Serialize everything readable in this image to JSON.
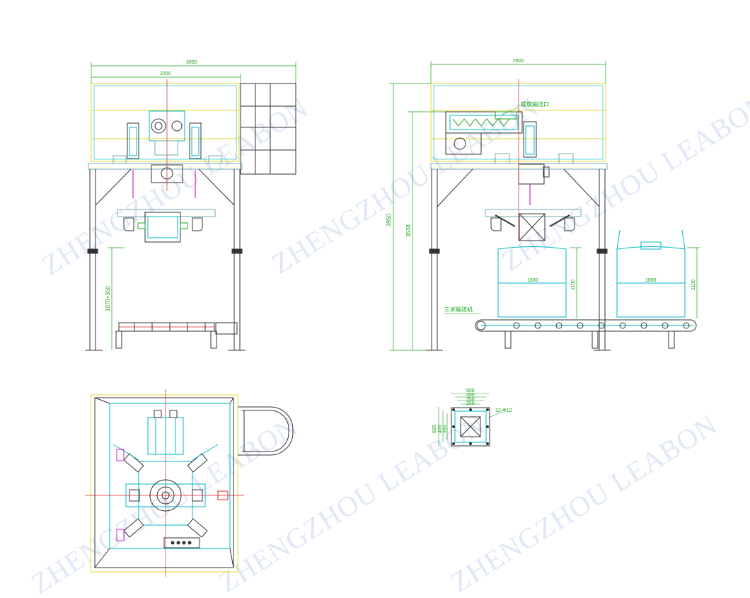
{
  "watermark": "ZHENGZHOU LEABON",
  "colors": {
    "frame": "#6fa9b4",
    "cyan": "#00b8c8",
    "yellow": "#e8d830",
    "dim_green": "#1aa01a",
    "red": "#e02020",
    "magenta": "#d020c0",
    "line": "#333333",
    "watermark": "#c8d4ee"
  },
  "front_view": {
    "dim_overall_width": "3050",
    "dim_frame_width": "2200",
    "dim_discharge_height": "1070+350"
  },
  "side_view": {
    "dim_overall_width": "2600",
    "dim_total_height": "3950",
    "dim_platform_height": "3538",
    "screw_label": "螺旋输送口",
    "bag_width_1": "1000",
    "bag_height_1": "1100",
    "bag_width_2": "1000",
    "bag_height_2": "1100",
    "conveyor_label": "三米输送机"
  },
  "flange_detail": {
    "dim_outer_width": "500",
    "dim_w2": "400",
    "dim_w3": "350",
    "dim_w4": "250",
    "dim_h1": "500",
    "dim_h2": "400",
    "dim_h3": "350",
    "bolt_note": "12-Φ12"
  }
}
